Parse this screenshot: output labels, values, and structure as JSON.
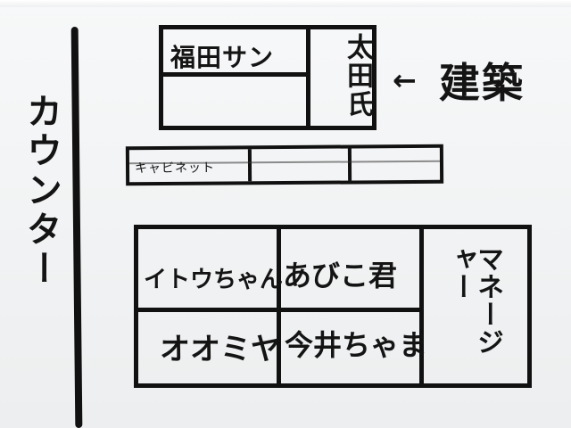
{
  "left_label": "カウンター",
  "top_box": {
    "left_name": "福田サン",
    "right_name": "太田氏"
  },
  "arrow_glyph": "←",
  "architecture_label": "建築",
  "cabinet_label": "キャビネット",
  "bottom_box": {
    "cells": [
      "イトウちゃん",
      "あびこ君",
      "オオミヤ",
      "今井ちゃま"
    ],
    "side_label": "マネージャー"
  }
}
